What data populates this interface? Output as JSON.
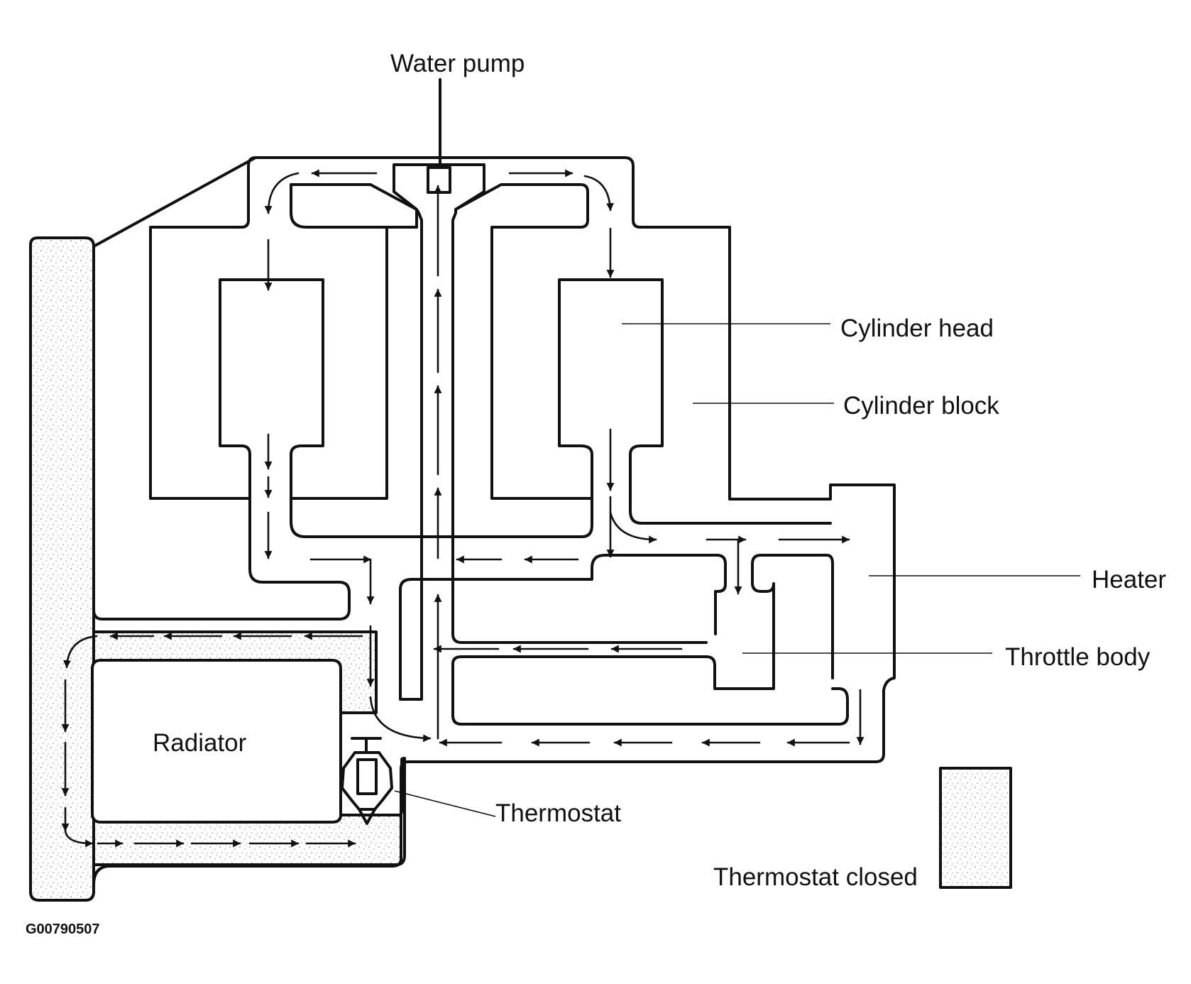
{
  "labels": {
    "water_pump": "Water pump",
    "cylinder_head": "Cylinder head",
    "cylinder_block": "Cylinder block",
    "heater": "Heater",
    "throttle_body": "Throttle body",
    "radiator": "Radiator",
    "thermostat": "Thermostat",
    "legend": "Thermostat closed"
  },
  "figure_code": "G00790507",
  "colors": {
    "line": "#111111",
    "stipple_dot": "#8a8a8a",
    "background": "#ffffff"
  }
}
